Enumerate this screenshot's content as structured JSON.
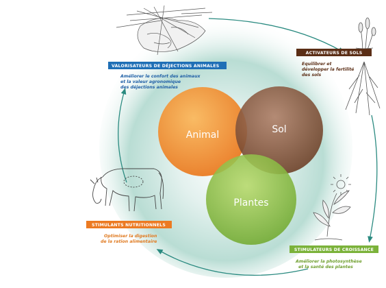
{
  "circles": {
    "animal": {
      "label": "Animal",
      "color": "#f08a2a"
    },
    "sol": {
      "label": "Sol",
      "color": "#8a5a3e"
    },
    "plantes": {
      "label": "Plantes",
      "color": "#8dc03f"
    }
  },
  "boxes": {
    "valorisateurs": {
      "title": "VALORISATEURS DE DÉJECTIONS ANIMALES",
      "lines": [
        "Améliorer le confort des animaux",
        "et la valeur agronomique",
        "des déjections animales"
      ],
      "color": "#1f6fb6"
    },
    "activateurs": {
      "title": "ACTIVATEURS DE SOLS",
      "lines": [
        "Equilibrer et",
        "développer la fertilité",
        "des sols"
      ],
      "color": "#5b2e16"
    },
    "stimulants": {
      "title": "STIMULANTS NUTRITIONNELS",
      "lines": [
        "Optimiser la digestion",
        "de la ration alimentaire"
      ],
      "color": "#ec7a22"
    },
    "stimulateurs": {
      "title": "STIMULATEURS DE CROISSANCE",
      "lines": [
        "Améliorer la photosynthèse",
        "et la santé des plantes"
      ],
      "color": "#7bb23a"
    }
  },
  "icons": {
    "manure": "manure-straw-icon",
    "roots": "plant-roots-icon",
    "cow": "cow-icon",
    "seedling": "seedling-sun-icon",
    "arrows": "cycle-arrow-icon"
  }
}
